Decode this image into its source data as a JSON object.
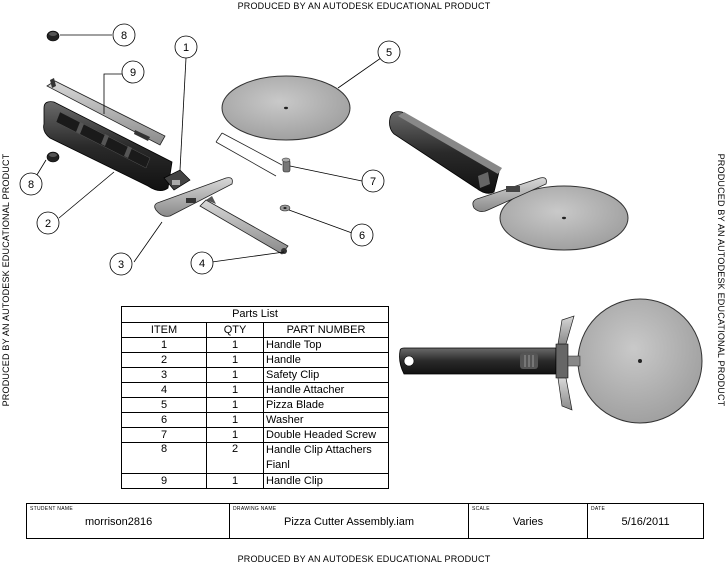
{
  "watermark": "PRODUCED BY AN AUTODESK EDUCATIONAL PRODUCT",
  "callouts": [
    "1",
    "2",
    "3",
    "4",
    "5",
    "6",
    "7",
    "8",
    "8",
    "9"
  ],
  "parts_list": {
    "title": "Parts List",
    "headers": [
      "ITEM",
      "QTY",
      "PART NUMBER"
    ],
    "rows": [
      {
        "item": "1",
        "qty": "1",
        "part": "Handle Top"
      },
      {
        "item": "2",
        "qty": "1",
        "part": "Handle"
      },
      {
        "item": "3",
        "qty": "1",
        "part": "Safety Clip"
      },
      {
        "item": "4",
        "qty": "1",
        "part": "Handle Attacher"
      },
      {
        "item": "5",
        "qty": "1",
        "part": "Pizza Blade"
      },
      {
        "item": "6",
        "qty": "1",
        "part": "Washer"
      },
      {
        "item": "7",
        "qty": "1",
        "part": "Double Headed Screw"
      },
      {
        "item": "8",
        "qty": "2",
        "part": "Handle Clip Attachers",
        "part2": "Fianl"
      },
      {
        "item": "9",
        "qty": "1",
        "part": "Handle Clip"
      }
    ]
  },
  "title_block": {
    "student_label": "STUDENT NAME",
    "student": "morrison2816",
    "drawing_label": "DRAWING NAME",
    "drawing": "Pizza Cutter Assembly.iam",
    "scale_label": "SCALE",
    "scale": "Varies",
    "date_label": "DATE",
    "date": "5/16/2011"
  }
}
